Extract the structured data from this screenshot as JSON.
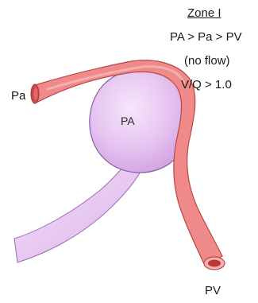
{
  "zone_title": "Zone I",
  "pressure_relation": "PA > Pa > PV",
  "flow_note": "(no flow)",
  "vq_ratio": "V/Q > 1.0",
  "labels": {
    "arterial_end": "Pa",
    "alveolus": "PA",
    "venous_end": "PV"
  },
  "colors": {
    "vessel_fill": "#f08a8a",
    "vessel_edge": "#b84848",
    "alveolus_fill": "#e8c8f2",
    "alveolus_edge": "#8a5ca6"
  }
}
